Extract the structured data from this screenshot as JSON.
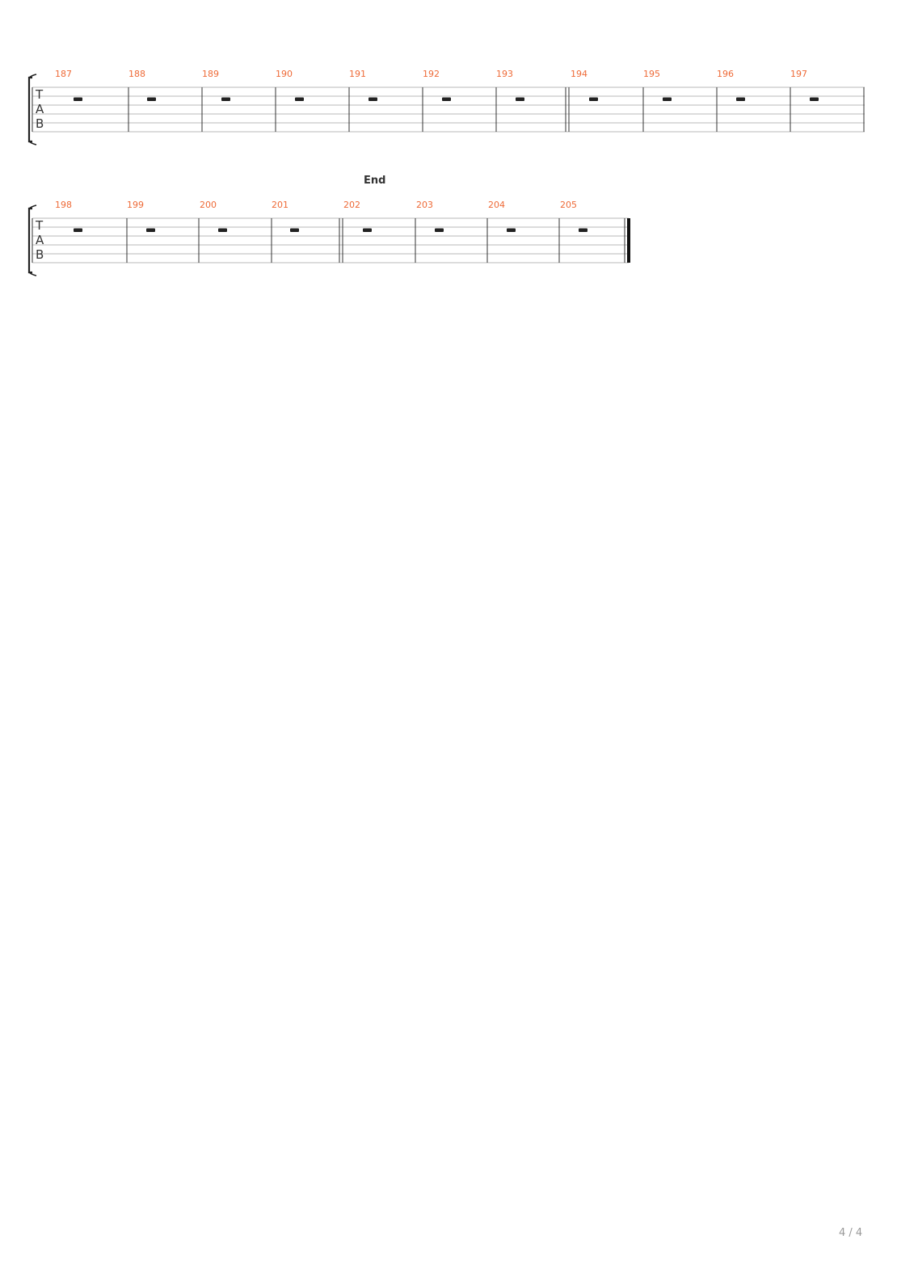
{
  "systems": [
    {
      "clef": [
        "T",
        "A",
        "B"
      ],
      "section_marker": "",
      "measures": [
        "187",
        "188",
        "189",
        "190",
        "191",
        "192",
        "193",
        "194",
        "195",
        "196",
        "197"
      ],
      "double_bar_after": "193",
      "final_bar": false
    },
    {
      "clef": [
        "T",
        "A",
        "B"
      ],
      "section_marker": "End",
      "measures": [
        "198",
        "199",
        "200",
        "201",
        "202",
        "203",
        "204",
        "205"
      ],
      "double_bar_after": "201",
      "final_bar": true
    }
  ],
  "footer": {
    "page": "4 / 4"
  },
  "colors": {
    "measure_number": "#ee6a37",
    "staff_line": "#b8b8b8",
    "barline": "#333333"
  }
}
